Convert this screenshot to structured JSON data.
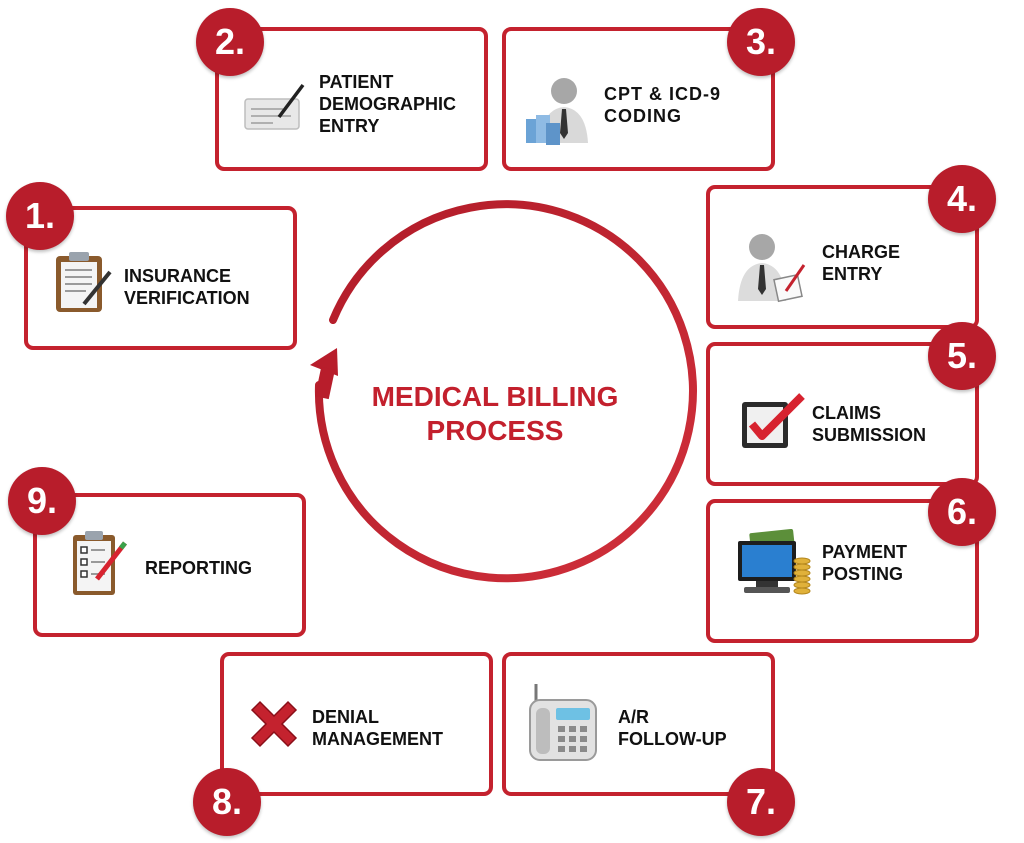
{
  "title": "MEDICAL BILLING\nPROCESS",
  "accent_color": "#c4222e",
  "steps": [
    {
      "number": "1.",
      "label": "INSURANCE\nVERIFICATION",
      "icon": "clipboard-icon"
    },
    {
      "number": "2.",
      "label": "PATIENT\nDEMOGRAPHIC\nENTRY",
      "icon": "cheque-pen-icon"
    },
    {
      "number": "3.",
      "label": "CPT & ICD-9\nCODING",
      "icon": "coder-person-icon"
    },
    {
      "number": "4.",
      "label": "CHARGE\nENTRY",
      "icon": "person-writing-icon"
    },
    {
      "number": "5.",
      "label": "CLAIMS\nSUBMISSION",
      "icon": "checkbox-check-icon"
    },
    {
      "number": "6.",
      "label": "PAYMENT\nPOSTING",
      "icon": "computer-money-icon"
    },
    {
      "number": "7.",
      "label": "A/R\nFOLLOW-UP",
      "icon": "telephone-icon"
    },
    {
      "number": "8.",
      "label": "DENIAL\nMANAGEMENT",
      "icon": "red-x-icon"
    },
    {
      "number": "9.",
      "label": "REPORTING",
      "icon": "checklist-clipboard-icon"
    }
  ]
}
